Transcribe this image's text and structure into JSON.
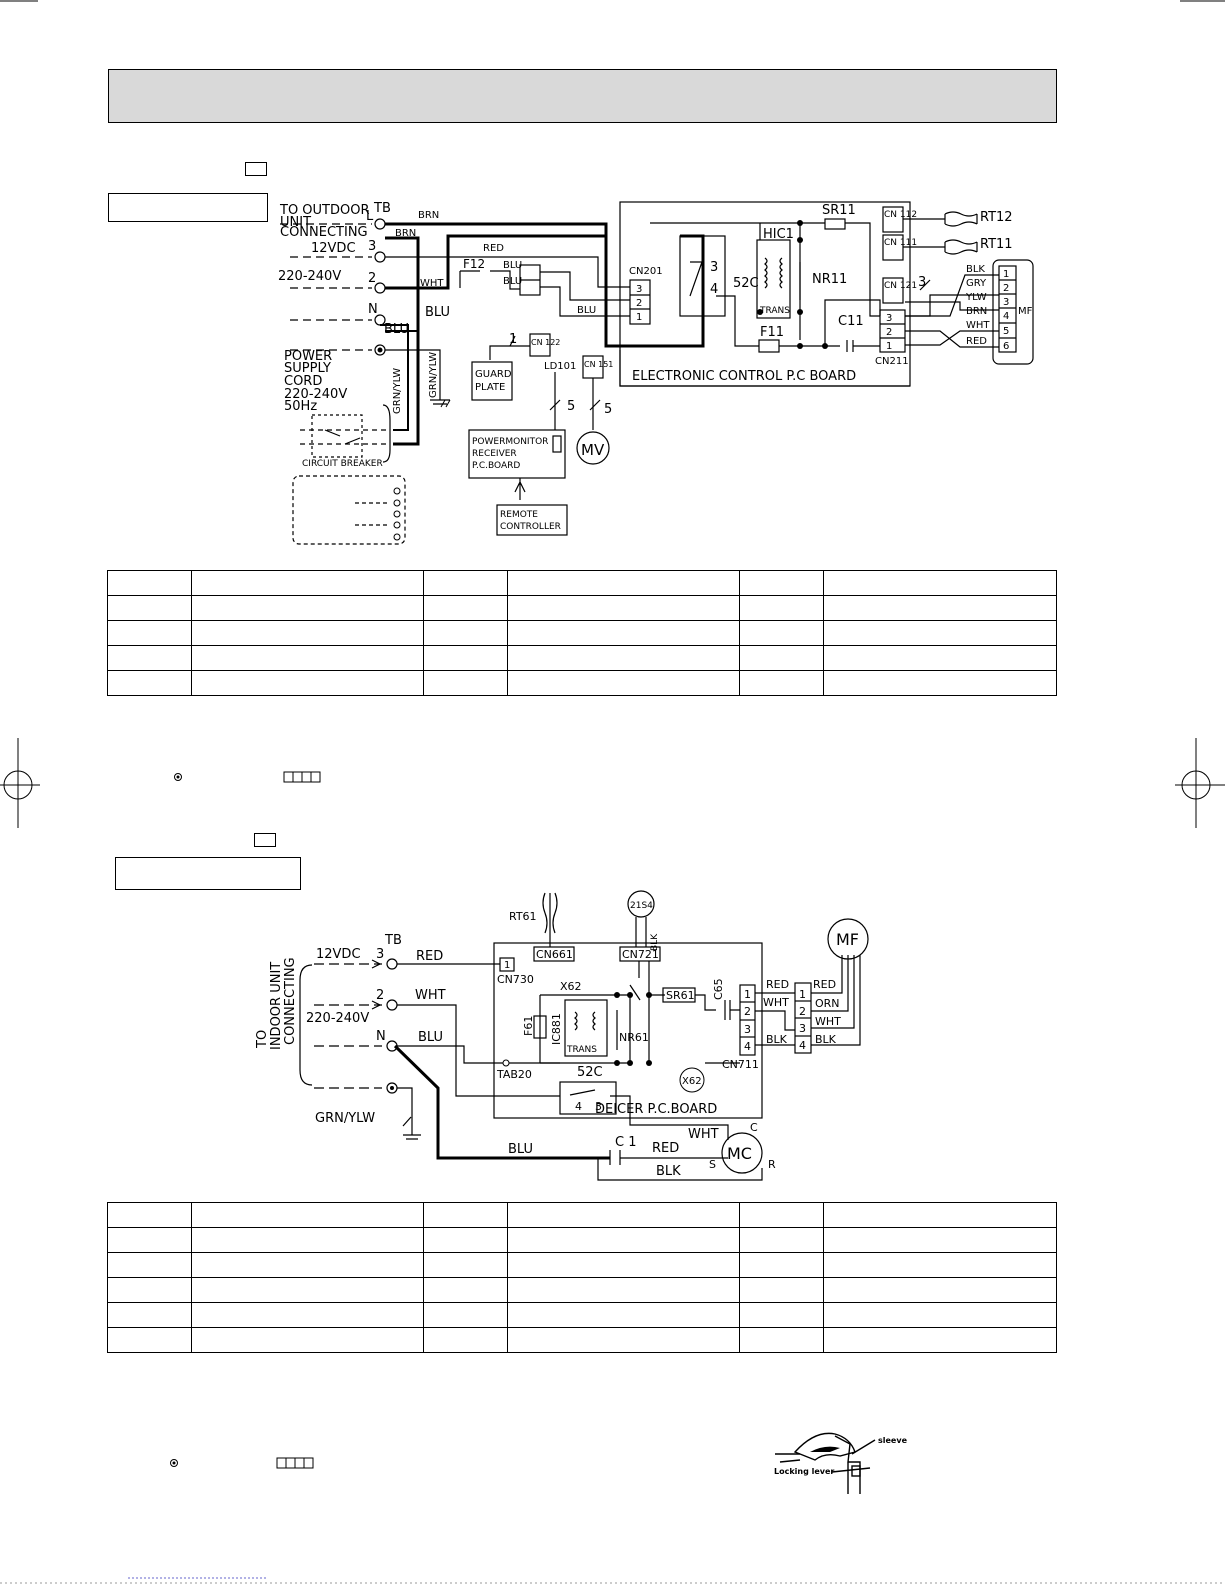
{
  "header_banner": "",
  "diagram1": {
    "title": "",
    "tb": "TB",
    "outdoor_l1": "TO OUTDOOR",
    "outdoor_l2": "UNIT",
    "outdoor_l3": "CONNECTING",
    "v12": "12VDC",
    "v220": "220-240V",
    "t3": "3",
    "t2": "2",
    "tN": "N",
    "tL": "L",
    "brn": "BRN",
    "red": "RED",
    "wht": "WHT",
    "blu": "BLU",
    "f12": "F12",
    "cn201": "CN201",
    "c52": "52C",
    "hic1": "HIC1",
    "trans": "TRANS",
    "nr11": "NR11",
    "sr11": "SR11",
    "f11": "F11",
    "c11": "C11",
    "cn112": "CN 112",
    "cn111": "CN 111",
    "cn121": "CN 121",
    "cn122": "CN 122",
    "cn151": "CN 151",
    "rt12": "RT12",
    "rt11": "RT11",
    "cn211": "CN211",
    "mf": "MF",
    "gry": "GRY",
    "ylw": "YLW",
    "blk": "BLK",
    "board": "ELECTRONIC CONTROL P.C BOARD",
    "power1": "POWER",
    "power2": "SUPPLY",
    "power3": "CORD",
    "power4": "220-240V",
    "power5": "50Hz",
    "grnylw": "GRN/YLW",
    "breaker": "CIRCUIT BREAKER",
    "guard1": "GUARD",
    "guard2": "PLATE",
    "ld101": "LD101",
    "pm1": "POWERMONITOR",
    "pm2": "RECEIVER",
    "pm3": "P.C.BOARD",
    "remote1": "REMOTE",
    "remote2": "CONTROLLER",
    "mv": "MV",
    "n1": "1",
    "n5": "5",
    "n3": "3"
  },
  "diagram2": {
    "title": "",
    "conn1": "TO",
    "conn2": "INDOOR UNIT",
    "conn3": "CONNECTING",
    "tb": "TB",
    "v12": "12VDC",
    "v220": "220-240V",
    "t3": "3",
    "t2": "2",
    "tN": "N",
    "red": "RED",
    "wht": "WHT",
    "blu": "BLU",
    "blk": "BLK",
    "orn": "ORN",
    "rt61": "RT61",
    "c21s4": "21S4",
    "cn661": "CN661",
    "cn721": "CN721",
    "cn730": "CN730",
    "x62": "X62",
    "sr61": "SR61",
    "c65": "C65",
    "f61": "F61",
    "ic881": "IC881",
    "trans": "TRANS",
    "nr61": "NR61",
    "tab20": "TAB20",
    "c52": "52C",
    "cn711": "CN711",
    "mf": "MF",
    "deicer": "DEICER P.C.BOARD",
    "grnylw": "GRN/YLW",
    "c1": "C 1",
    "mc": "MC",
    "c": "C",
    "s": "S",
    "r": "R"
  },
  "table1": {
    "rows": [
      [
        "",
        "",
        "",
        "",
        "",
        ""
      ],
      [
        "",
        "",
        "",
        "",
        "",
        ""
      ],
      [
        "",
        "",
        "",
        "",
        "",
        ""
      ],
      [
        "",
        "",
        "",
        "",
        "",
        ""
      ],
      [
        "",
        "",
        "",
        "",
        "",
        ""
      ]
    ]
  },
  "table2": {
    "rows": [
      [
        "",
        "",
        "",
        "",
        "",
        ""
      ],
      [
        "",
        "",
        "",
        "",
        "",
        ""
      ],
      [
        "",
        "",
        "",
        "",
        "",
        ""
      ],
      [
        "",
        "",
        "",
        "",
        "",
        ""
      ],
      [
        "",
        "",
        "",
        "",
        "",
        ""
      ],
      [
        "",
        "",
        "",
        "",
        "",
        ""
      ]
    ]
  },
  "illustration": {
    "sleeve": "sleeve",
    "lever": "Locking lever"
  }
}
